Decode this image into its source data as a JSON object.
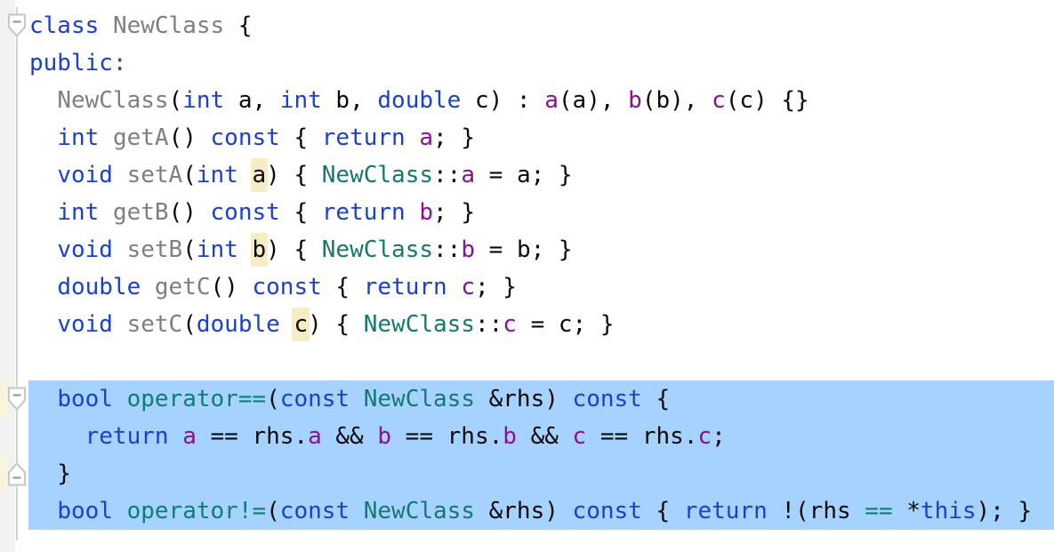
{
  "editor": {
    "language": "C++",
    "colors": {
      "keyword": "#1a41cd",
      "function": "#7f7f7f",
      "class_ref": "#16786e",
      "operator": "#107d74",
      "field": "#871094",
      "plain": "#0a0a0a",
      "selection_bg": "#a6d2ff",
      "editor_bg": "#ffffff",
      "gutter_bg": "#f2f2f2",
      "fold_line": "#d4d4d6",
      "icon_border": "#c9c9cb",
      "icon_minus": "#9b9b9d",
      "param_highlight_bg": "#f6ecc6",
      "gutter_mark_bg": "#f8f4dd"
    },
    "gutter": {
      "fold_icons": [
        {
          "line": 1,
          "dir": "down"
        },
        {
          "line": 11,
          "dir": "down"
        },
        {
          "line": 13,
          "dir": "up"
        }
      ],
      "yellow_marks": [
        {
          "line": 11
        },
        {
          "line": 13
        }
      ]
    },
    "lines": [
      {
        "n": 1,
        "selected": false,
        "tokens": [
          {
            "t": "class",
            "c": "kw"
          },
          {
            "t": " ",
            "c": "pl"
          },
          {
            "t": "NewClass",
            "c": "fn"
          },
          {
            "t": " {",
            "c": "pl"
          }
        ]
      },
      {
        "n": 2,
        "selected": false,
        "tokens": [
          {
            "t": "public:",
            "c": "kw"
          }
        ]
      },
      {
        "n": 3,
        "selected": false,
        "tokens": [
          {
            "t": "  ",
            "c": "pl"
          },
          {
            "t": "NewClass",
            "c": "fn"
          },
          {
            "t": "(",
            "c": "pl"
          },
          {
            "t": "int",
            "c": "kw"
          },
          {
            "t": " a, ",
            "c": "pl"
          },
          {
            "t": "int",
            "c": "kw"
          },
          {
            "t": " b, ",
            "c": "pl"
          },
          {
            "t": "double",
            "c": "kw"
          },
          {
            "t": " c) : ",
            "c": "pl"
          },
          {
            "t": "a",
            "c": "fld"
          },
          {
            "t": "(a), ",
            "c": "pl"
          },
          {
            "t": "b",
            "c": "fld"
          },
          {
            "t": "(b), ",
            "c": "pl"
          },
          {
            "t": "c",
            "c": "fld"
          },
          {
            "t": "(c) {}",
            "c": "pl"
          }
        ]
      },
      {
        "n": 4,
        "selected": false,
        "tokens": [
          {
            "t": "  ",
            "c": "pl"
          },
          {
            "t": "int",
            "c": "kw"
          },
          {
            "t": " ",
            "c": "pl"
          },
          {
            "t": "getA",
            "c": "fn"
          },
          {
            "t": "() ",
            "c": "pl"
          },
          {
            "t": "const",
            "c": "kw"
          },
          {
            "t": " { ",
            "c": "pl"
          },
          {
            "t": "return",
            "c": "kw"
          },
          {
            "t": " ",
            "c": "pl"
          },
          {
            "t": "a",
            "c": "fld"
          },
          {
            "t": "; }",
            "c": "pl"
          }
        ]
      },
      {
        "n": 5,
        "selected": false,
        "tokens": [
          {
            "t": "  ",
            "c": "pl"
          },
          {
            "t": "void",
            "c": "kw"
          },
          {
            "t": " ",
            "c": "pl"
          },
          {
            "t": "setA",
            "c": "fn"
          },
          {
            "t": "(",
            "c": "pl"
          },
          {
            "t": "int",
            "c": "kw"
          },
          {
            "t": " ",
            "c": "pl"
          },
          {
            "t": "a",
            "c": "pl",
            "hl": true
          },
          {
            "t": ") { ",
            "c": "pl"
          },
          {
            "t": "NewClass",
            "c": "cls"
          },
          {
            "t": "::",
            "c": "pl"
          },
          {
            "t": "a",
            "c": "fld"
          },
          {
            "t": " = a; }",
            "c": "pl"
          }
        ]
      },
      {
        "n": 6,
        "selected": false,
        "tokens": [
          {
            "t": "  ",
            "c": "pl"
          },
          {
            "t": "int",
            "c": "kw"
          },
          {
            "t": " ",
            "c": "pl"
          },
          {
            "t": "getB",
            "c": "fn"
          },
          {
            "t": "() ",
            "c": "pl"
          },
          {
            "t": "const",
            "c": "kw"
          },
          {
            "t": " { ",
            "c": "pl"
          },
          {
            "t": "return",
            "c": "kw"
          },
          {
            "t": " ",
            "c": "pl"
          },
          {
            "t": "b",
            "c": "fld"
          },
          {
            "t": "; }",
            "c": "pl"
          }
        ]
      },
      {
        "n": 7,
        "selected": false,
        "tokens": [
          {
            "t": "  ",
            "c": "pl"
          },
          {
            "t": "void",
            "c": "kw"
          },
          {
            "t": " ",
            "c": "pl"
          },
          {
            "t": "setB",
            "c": "fn"
          },
          {
            "t": "(",
            "c": "pl"
          },
          {
            "t": "int",
            "c": "kw"
          },
          {
            "t": " ",
            "c": "pl"
          },
          {
            "t": "b",
            "c": "pl",
            "hl": true
          },
          {
            "t": ") { ",
            "c": "pl"
          },
          {
            "t": "NewClass",
            "c": "cls"
          },
          {
            "t": "::",
            "c": "pl"
          },
          {
            "t": "b",
            "c": "fld"
          },
          {
            "t": " = b; }",
            "c": "pl"
          }
        ]
      },
      {
        "n": 8,
        "selected": false,
        "tokens": [
          {
            "t": "  ",
            "c": "pl"
          },
          {
            "t": "double",
            "c": "kw"
          },
          {
            "t": " ",
            "c": "pl"
          },
          {
            "t": "getC",
            "c": "fn"
          },
          {
            "t": "() ",
            "c": "pl"
          },
          {
            "t": "const",
            "c": "kw"
          },
          {
            "t": " { ",
            "c": "pl"
          },
          {
            "t": "return",
            "c": "kw"
          },
          {
            "t": " ",
            "c": "pl"
          },
          {
            "t": "c",
            "c": "fld"
          },
          {
            "t": "; }",
            "c": "pl"
          }
        ]
      },
      {
        "n": 9,
        "selected": false,
        "tokens": [
          {
            "t": "  ",
            "c": "pl"
          },
          {
            "t": "void",
            "c": "kw"
          },
          {
            "t": " ",
            "c": "pl"
          },
          {
            "t": "setC",
            "c": "fn"
          },
          {
            "t": "(",
            "c": "pl"
          },
          {
            "t": "double",
            "c": "kw"
          },
          {
            "t": " ",
            "c": "pl"
          },
          {
            "t": "c",
            "c": "pl",
            "hl": true
          },
          {
            "t": ") { ",
            "c": "pl"
          },
          {
            "t": "NewClass",
            "c": "cls"
          },
          {
            "t": "::",
            "c": "pl"
          },
          {
            "t": "c",
            "c": "fld"
          },
          {
            "t": " = c; }",
            "c": "pl"
          }
        ]
      },
      {
        "n": 10,
        "selected": false,
        "tokens": []
      },
      {
        "n": 11,
        "selected": true,
        "tokens": [
          {
            "t": "  ",
            "c": "pl"
          },
          {
            "t": "bool",
            "c": "kw"
          },
          {
            "t": " ",
            "c": "pl"
          },
          {
            "t": "operator==",
            "c": "opr"
          },
          {
            "t": "(",
            "c": "pl"
          },
          {
            "t": "const",
            "c": "kw"
          },
          {
            "t": " ",
            "c": "pl"
          },
          {
            "t": "NewClass",
            "c": "cls"
          },
          {
            "t": " &rhs) ",
            "c": "pl"
          },
          {
            "t": "const",
            "c": "kw"
          },
          {
            "t": " {",
            "c": "pl"
          }
        ]
      },
      {
        "n": 12,
        "selected": true,
        "tokens": [
          {
            "t": "    ",
            "c": "pl"
          },
          {
            "t": "return",
            "c": "kw"
          },
          {
            "t": " ",
            "c": "pl"
          },
          {
            "t": "a",
            "c": "fld"
          },
          {
            "t": " == rhs.",
            "c": "pl"
          },
          {
            "t": "a",
            "c": "fld"
          },
          {
            "t": " && ",
            "c": "pl"
          },
          {
            "t": "b",
            "c": "fld"
          },
          {
            "t": " == rhs.",
            "c": "pl"
          },
          {
            "t": "b",
            "c": "fld"
          },
          {
            "t": " && ",
            "c": "pl"
          },
          {
            "t": "c",
            "c": "fld"
          },
          {
            "t": " == rhs.",
            "c": "pl"
          },
          {
            "t": "c",
            "c": "fld"
          },
          {
            "t": ";",
            "c": "pl"
          }
        ]
      },
      {
        "n": 13,
        "selected": true,
        "tokens": [
          {
            "t": "  }",
            "c": "pl"
          }
        ]
      },
      {
        "n": 14,
        "selected": true,
        "tokens": [
          {
            "t": "  ",
            "c": "pl"
          },
          {
            "t": "bool",
            "c": "kw"
          },
          {
            "t": " ",
            "c": "pl"
          },
          {
            "t": "operator!=",
            "c": "opr"
          },
          {
            "t": "(",
            "c": "pl"
          },
          {
            "t": "const",
            "c": "kw"
          },
          {
            "t": " ",
            "c": "pl"
          },
          {
            "t": "NewClass",
            "c": "cls"
          },
          {
            "t": " &rhs) ",
            "c": "pl"
          },
          {
            "t": "const",
            "c": "kw"
          },
          {
            "t": " { ",
            "c": "pl"
          },
          {
            "t": "return",
            "c": "kw"
          },
          {
            "t": " !(rhs ",
            "c": "pl"
          },
          {
            "t": "==",
            "c": "opr"
          },
          {
            "t": " *",
            "c": "pl"
          },
          {
            "t": "this",
            "c": "kw"
          },
          {
            "t": "); }",
            "c": "pl"
          }
        ]
      }
    ]
  }
}
